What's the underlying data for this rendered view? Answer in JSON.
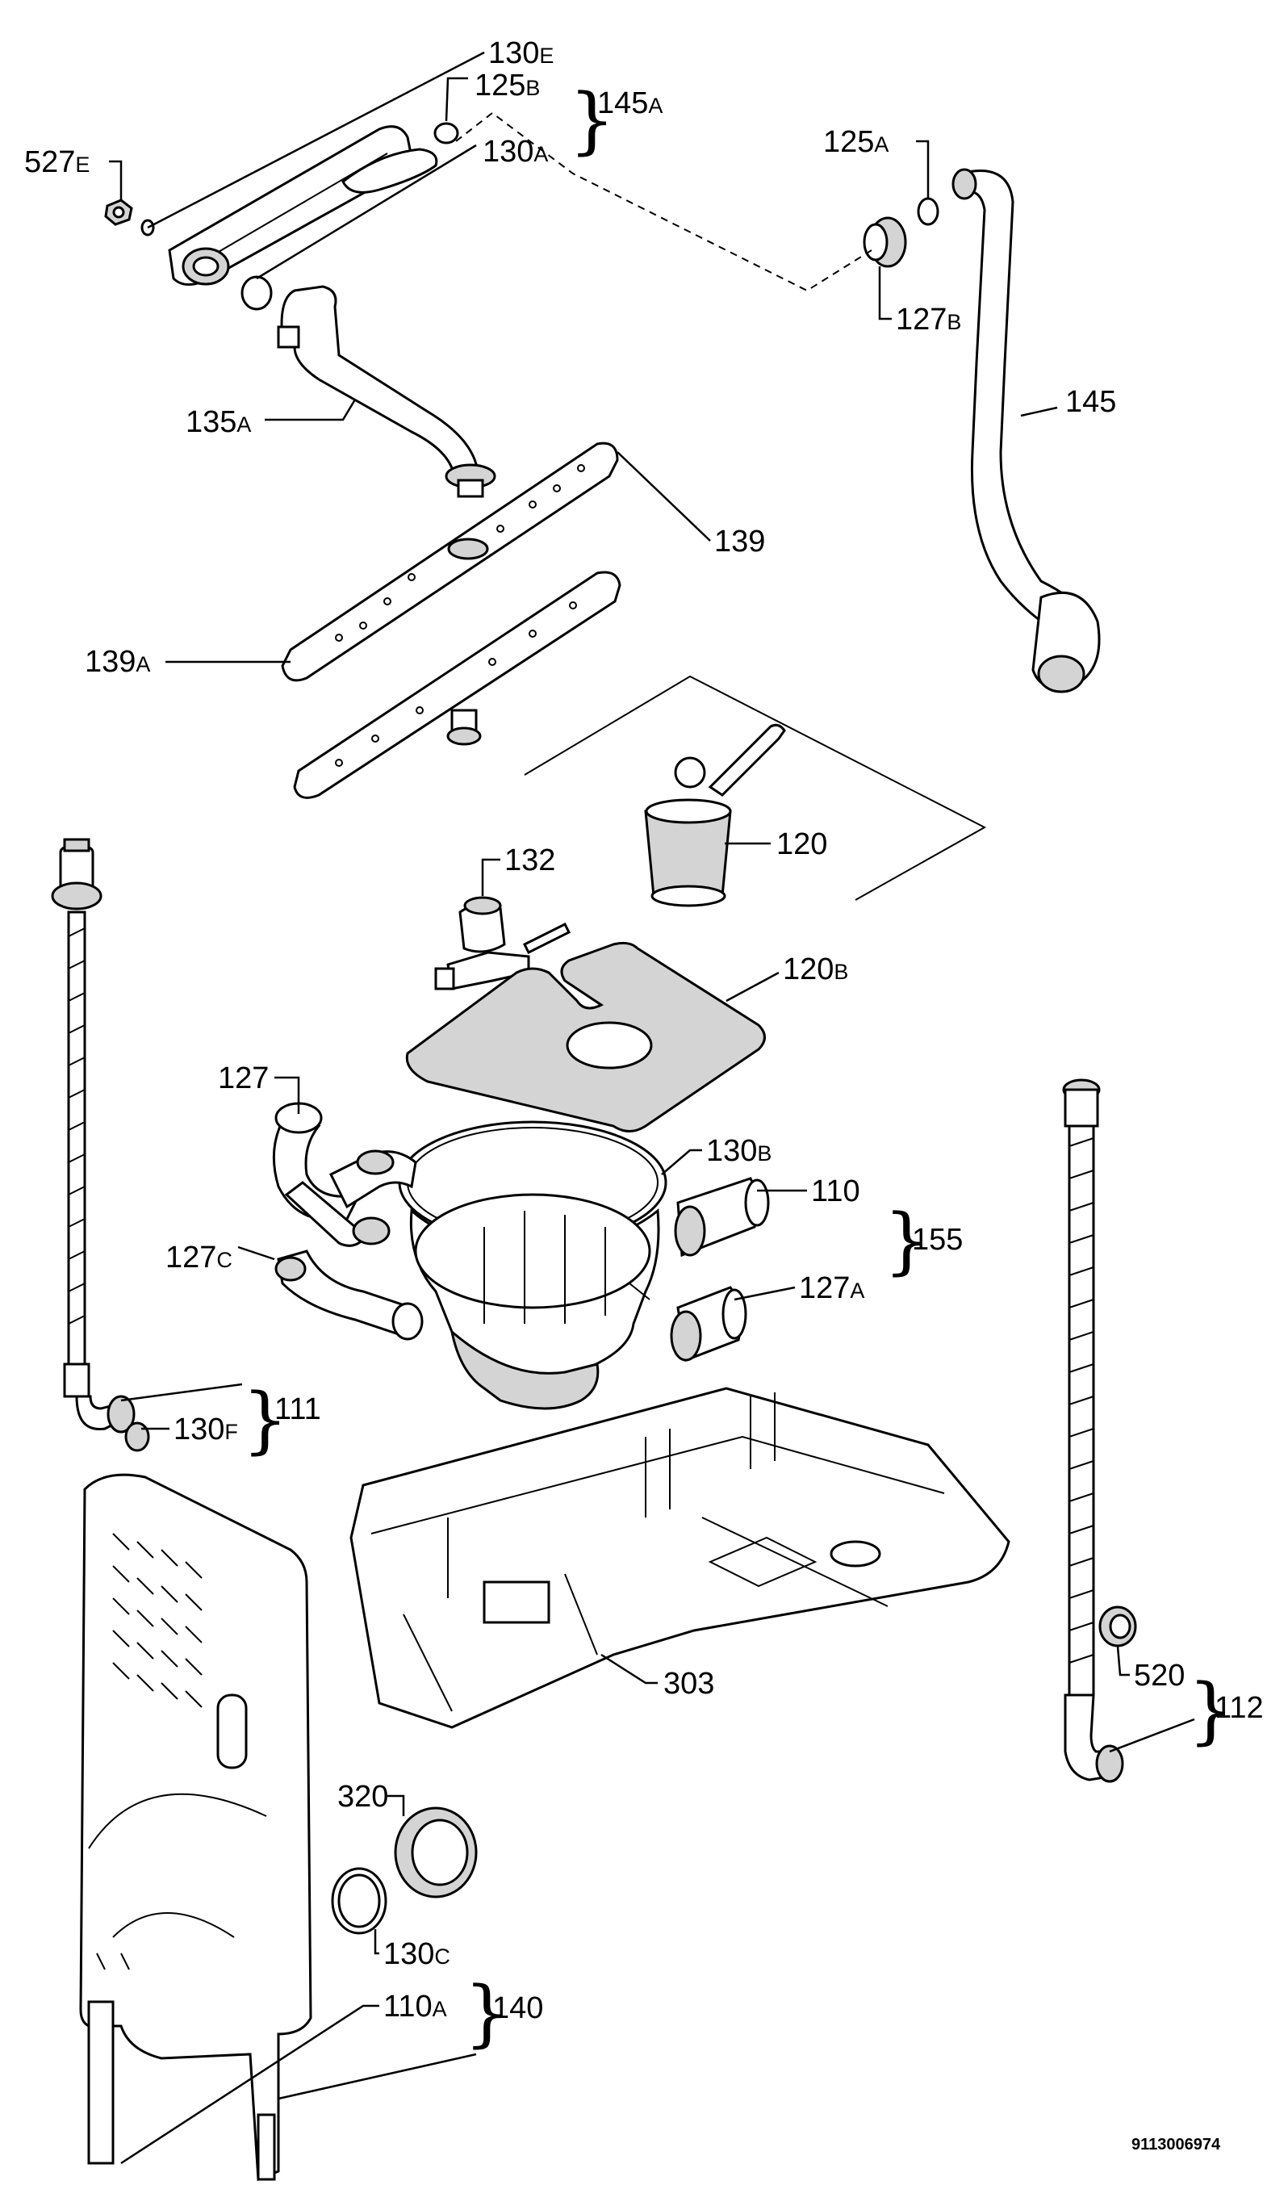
{
  "labels": {
    "l130E": {
      "num": "130",
      "suf": "E"
    },
    "l125B": {
      "num": "125",
      "suf": "B"
    },
    "l145A": {
      "num": "145",
      "suf": "A"
    },
    "l130A": {
      "num": "130",
      "suf": "A"
    },
    "l527E": {
      "num": "527",
      "suf": "E"
    },
    "l125A": {
      "num": "125",
      "suf": "A"
    },
    "l127B": {
      "num": "127",
      "suf": "B"
    },
    "l135A": {
      "num": "135",
      "suf": "A"
    },
    "l145": {
      "num": "145",
      "suf": ""
    },
    "l139": {
      "num": "139",
      "suf": ""
    },
    "l139A": {
      "num": "139",
      "suf": "A"
    },
    "l120": {
      "num": "120",
      "suf": ""
    },
    "l132": {
      "num": "132",
      "suf": ""
    },
    "l120B": {
      "num": "120",
      "suf": "B"
    },
    "l127": {
      "num": "127",
      "suf": ""
    },
    "l130B": {
      "num": "130",
      "suf": "B"
    },
    "l110": {
      "num": "110",
      "suf": ""
    },
    "l155": {
      "num": "155",
      "suf": ""
    },
    "l127C": {
      "num": "127",
      "suf": "C"
    },
    "l127A": {
      "num": "127",
      "suf": "A"
    },
    "l111": {
      "num": "111",
      "suf": ""
    },
    "l130F": {
      "num": "130",
      "suf": "F"
    },
    "l303": {
      "num": "303",
      "suf": ""
    },
    "l520": {
      "num": "520",
      "suf": ""
    },
    "l112": {
      "num": "112",
      "suf": ""
    },
    "l320": {
      "num": "320",
      "suf": ""
    },
    "l130C": {
      "num": "130",
      "suf": "C"
    },
    "l110A": {
      "num": "110",
      "suf": "A"
    },
    "l140": {
      "num": "140",
      "suf": ""
    }
  },
  "diagram_code": "9113006974"
}
